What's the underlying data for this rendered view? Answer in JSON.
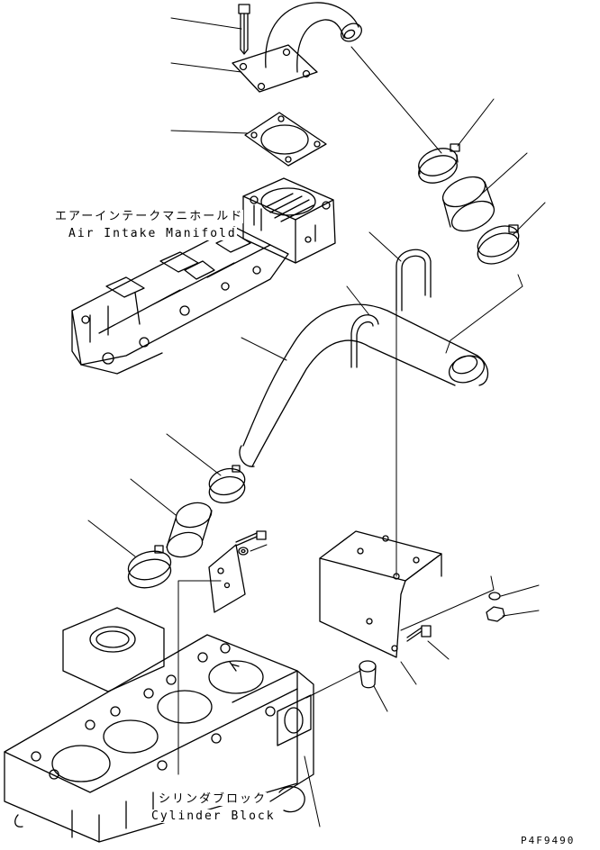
{
  "labels": {
    "air_intake_jp": "エアーインテークマニホールド",
    "air_intake_en": "Air Intake Manifold",
    "cylinder_block_jp": "シリンダブロック",
    "cylinder_block_en": "Cylinder Block"
  },
  "drawing_code": "P4F9490",
  "colors": {
    "line": "#000000",
    "background": "#ffffff"
  }
}
